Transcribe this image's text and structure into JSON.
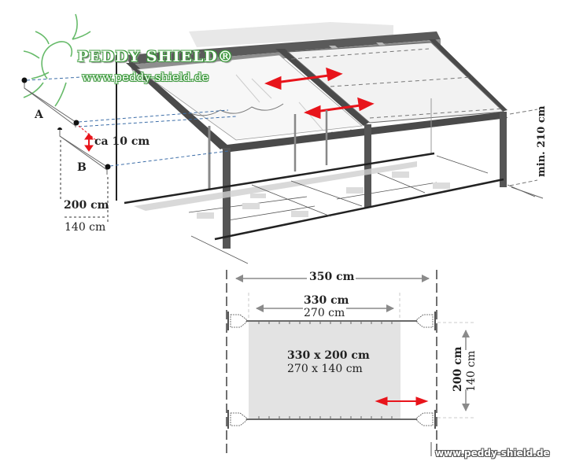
{
  "brand": {
    "name": "PEDDY SHIELD®",
    "url": "www.peddy-shield.de",
    "footer_url": "www.peddy-shield.de",
    "colors": {
      "logo_green": "#3a9a3a",
      "arrow_red": "#e8141b",
      "frame_gray": "#4a4a4a",
      "sail_gray": "#e3e3e3",
      "dim_blue": "#3d6ea8"
    }
  },
  "side_view": {
    "point_a_label": "A",
    "point_b_label": "B",
    "offset_label": "ca 10 cm",
    "depth_primary": "200 cm",
    "depth_secondary": "140 cm",
    "height_label": "min. 210 cm"
  },
  "plan_view": {
    "outer_width": "350 cm",
    "sail_width_primary": "330 cm",
    "sail_width_secondary": "270 cm",
    "sail_size_primary": "330 x 200 cm",
    "sail_size_secondary": "270 x 140 cm",
    "height_primary": "200 cm",
    "height_secondary": "140 cm"
  }
}
